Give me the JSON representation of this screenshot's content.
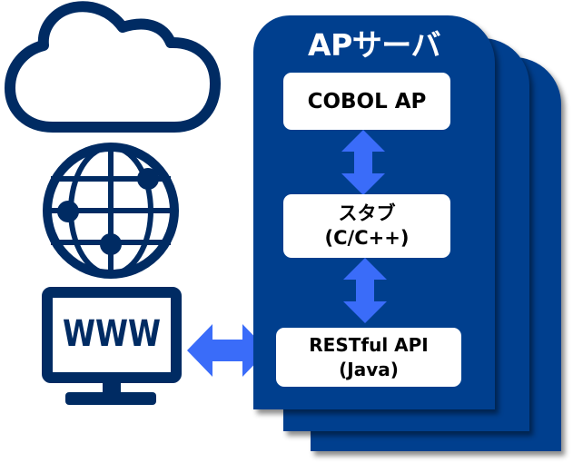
{
  "colors": {
    "navy_icon": "#002b63",
    "panel_blue": "#003f8e",
    "arrow_blue": "#3a6cf9",
    "box_bg": "#ffffff",
    "text_dark": "#000000",
    "title_text": "#ffffff"
  },
  "left_icons": {
    "cloud": {
      "icon": "cloud-icon"
    },
    "globe": {
      "icon": "globe-network-icon"
    },
    "monitor": {
      "icon": "monitor-www-icon",
      "label": "WWW"
    }
  },
  "connection": {
    "icon": "double-arrow-horizontal-icon"
  },
  "server": {
    "title": "APサーバ",
    "stack_count": 3,
    "components": [
      {
        "line1": "COBOL AP",
        "line2": ""
      },
      {
        "line1": "スタブ",
        "line2": "(C/C++)"
      },
      {
        "line1": "RESTful API",
        "line2": "(Java)"
      }
    ],
    "vertical_arrows": [
      {
        "icon": "double-arrow-vertical-icon",
        "between": "COBOL AP ↔ スタブ"
      },
      {
        "icon": "double-arrow-vertical-icon",
        "between": "スタブ ↔ RESTful API"
      }
    ]
  }
}
